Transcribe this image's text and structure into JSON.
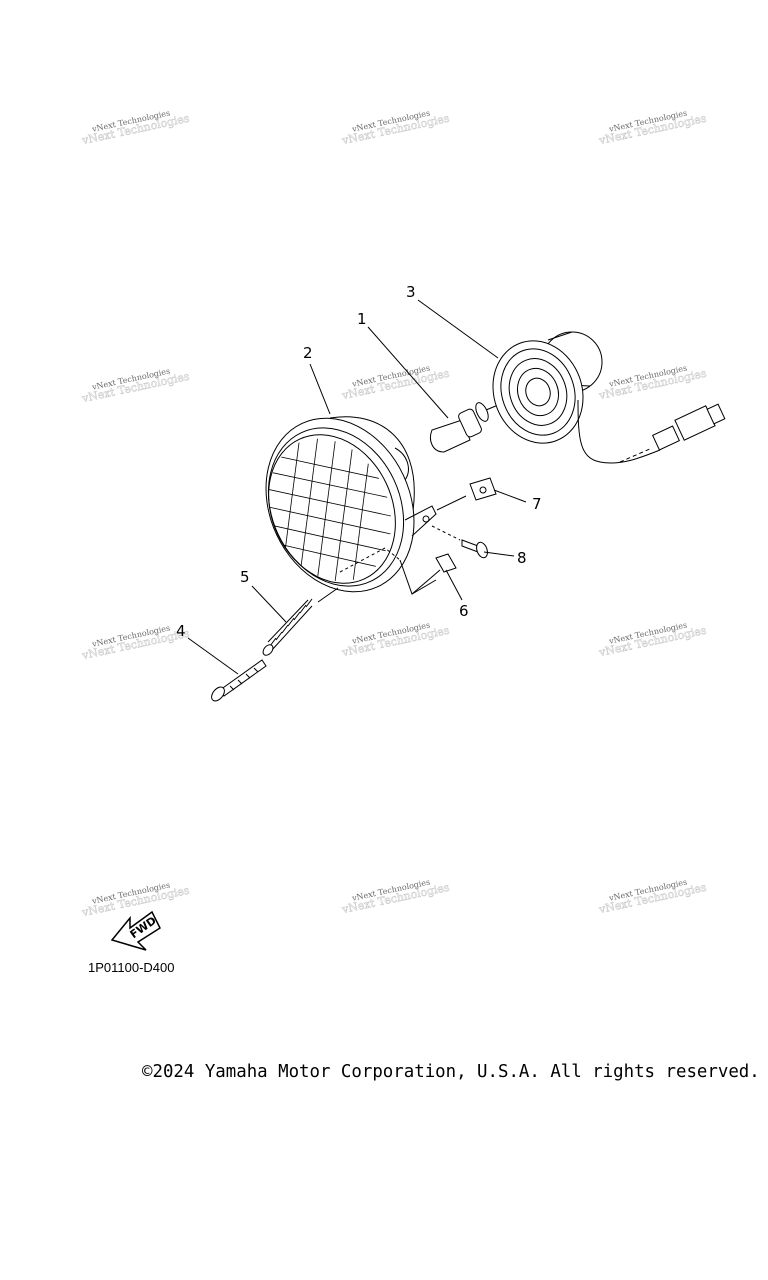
{
  "watermark": {
    "brand": "vNext Technologies",
    "overlay": "vNext Technologies"
  },
  "callouts": [
    {
      "number": "1"
    },
    {
      "number": "2"
    },
    {
      "number": "3"
    },
    {
      "number": "4"
    },
    {
      "number": "5"
    },
    {
      "number": "6"
    },
    {
      "number": "7"
    },
    {
      "number": "8"
    }
  ],
  "orientation_badge": {
    "label": "FWD"
  },
  "diagram_code": "1P01100-D400",
  "copyright": "©2024 Yamaha Motor Corporation, U.S.A. All rights reserved.",
  "colors": {
    "line": "#000000",
    "background": "#ffffff",
    "watermark": "#6a6a6a"
  }
}
